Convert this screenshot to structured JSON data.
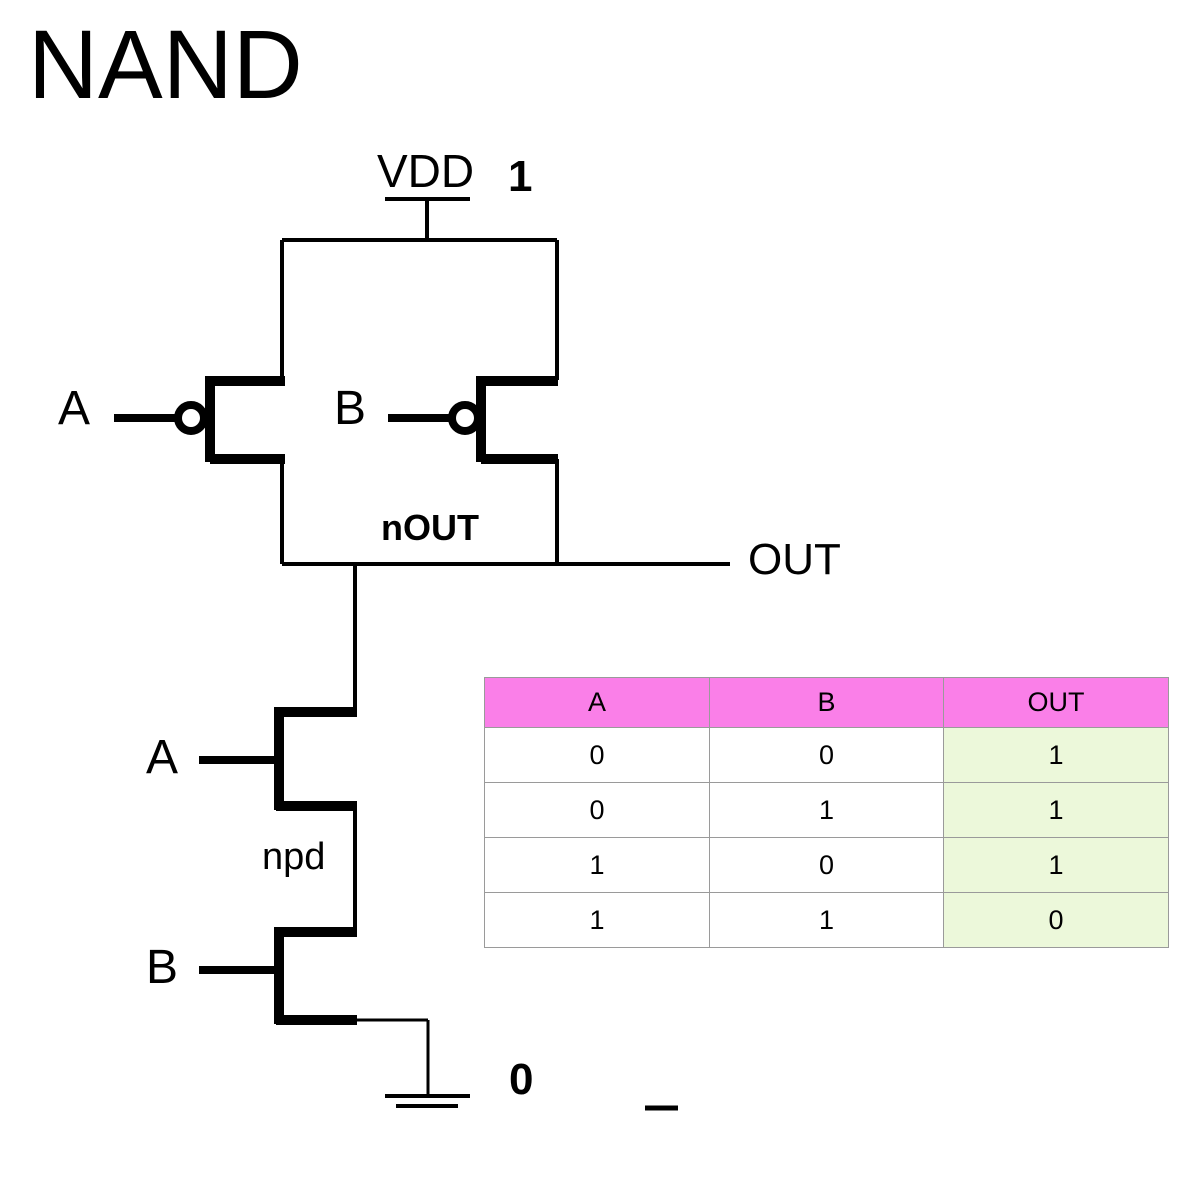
{
  "title": "NAND",
  "supply": {
    "vdd_label": "VDD",
    "vdd_value": "1",
    "gnd_value": "0"
  },
  "nets": {
    "internal_node": "nOUT",
    "output": "OUT",
    "pulldown_stack": "npd"
  },
  "pmos": {
    "gate_a": "A",
    "gate_b": "B"
  },
  "nmos": {
    "gate_a": "A",
    "gate_b": "B"
  },
  "truth_table": {
    "headers": [
      "A",
      "B",
      "OUT"
    ],
    "rows": [
      {
        "a": "0",
        "b": "0",
        "out": "1"
      },
      {
        "a": "0",
        "b": "1",
        "out": "1"
      },
      {
        "a": "1",
        "b": "0",
        "out": "1"
      },
      {
        "a": "1",
        "b": "1",
        "out": "0"
      }
    ]
  },
  "colors": {
    "header_pink": "#fa7fe8",
    "out_green": "#ecf8da",
    "wire_black": "#000000",
    "grid_gray": "#9a9a9a"
  }
}
